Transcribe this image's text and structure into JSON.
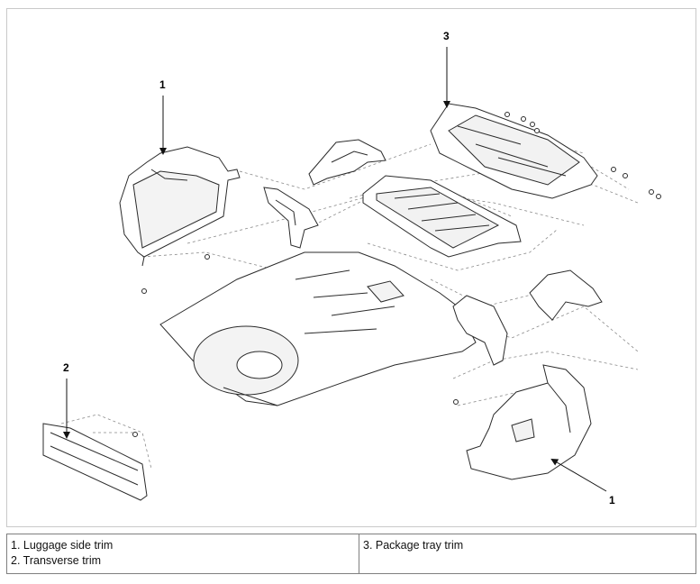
{
  "diagram": {
    "callouts": [
      {
        "id": "callout-1-top",
        "label": "1"
      },
      {
        "id": "callout-3",
        "label": "3"
      },
      {
        "id": "callout-2",
        "label": "2"
      },
      {
        "id": "callout-1-bottom",
        "label": "1"
      }
    ],
    "legend": {
      "left": [
        "1. Luggage side trim",
        "2. Transverse trim"
      ],
      "right": [
        "3. Package tray trim"
      ]
    },
    "colors": {
      "line": "#2b2b2b",
      "fill": "#ffffff",
      "dashed": "#8a8a8a",
      "frame": "#c9c9c9"
    }
  }
}
